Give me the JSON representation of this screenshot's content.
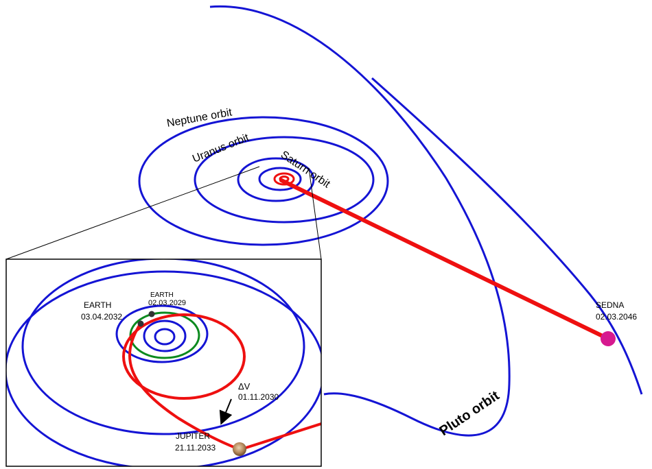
{
  "orbits": {
    "neptune_label": "Neptune orbit",
    "uranus_label": "Uranus orbit",
    "saturn_label": "Saturn orbit",
    "pluto_label": "Pluto orbit"
  },
  "target": {
    "name": "SEDNA",
    "date": "02.03.2046"
  },
  "inset": {
    "earth_2032": {
      "name": "EARTH",
      "date": "03.04.2032"
    },
    "earth_2029": {
      "name": "EARTH",
      "date": "02.03.2029"
    },
    "delta_v": {
      "symbol": "ΔV",
      "date": "01.11.2030"
    },
    "jupiter": {
      "name": "JUPITER",
      "date": "21.11.2033"
    }
  },
  "colors": {
    "orbit": "#1414d4",
    "trajectory": "#ee1010",
    "earth_orbit": "#0b8a1e",
    "sedna": "#d6198f",
    "frame": "#000000"
  }
}
